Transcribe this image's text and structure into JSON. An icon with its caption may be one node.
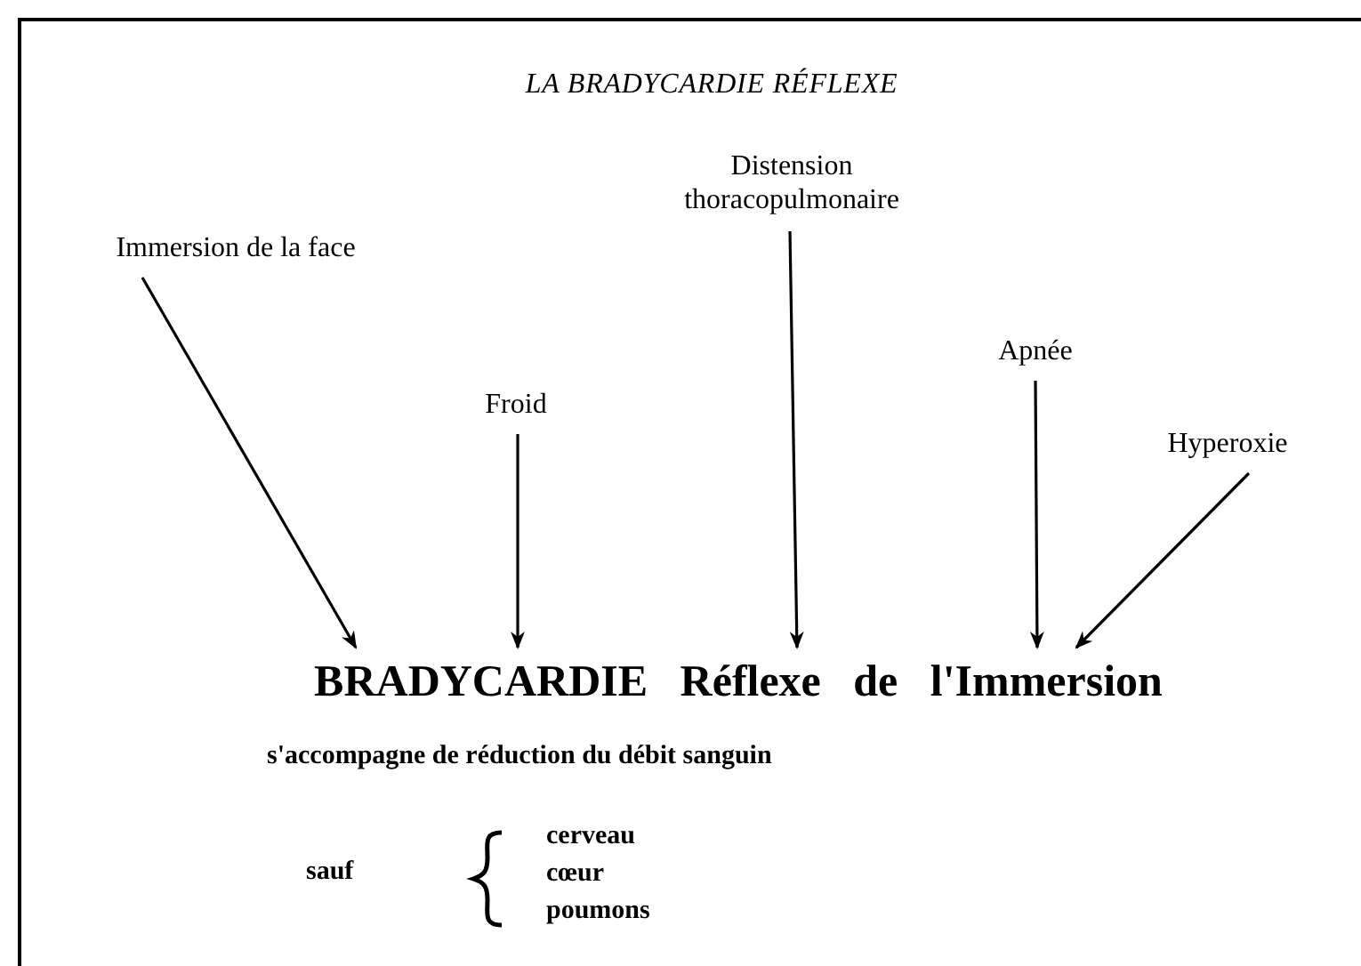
{
  "diagram": {
    "title": "LA BRADYCARDIE RÉFLEXE",
    "nodes": [
      {
        "text": [
          "Immersion de la face"
        ]
      },
      {
        "text": [
          "Froid"
        ]
      },
      {
        "text": [
          "Distension thoracopulmonaire"
        ]
      },
      {
        "text": [
          "Apnée"
        ]
      },
      {
        "text": [
          "Hyperoxie"
        ]
      },
      {
        "text": [
          "BRADYCARDIE Réflexe de l'Immersion"
        ]
      }
    ],
    "edges": [
      {
        "from": 0,
        "to": 5,
        "arrow": "to"
      },
      {
        "from": 1,
        "to": 5,
        "arrow": "to"
      },
      {
        "from": 2,
        "to": 5,
        "arrow": "to"
      },
      {
        "from": 3,
        "to": 5,
        "arrow": "to"
      },
      {
        "from": 4,
        "to": 5,
        "arrow": "to"
      }
    ],
    "labels": [
      "s'accompagne de réduction du débit sanguin",
      "sauf",
      "cerveau",
      "cœur",
      "poumons"
    ]
  }
}
